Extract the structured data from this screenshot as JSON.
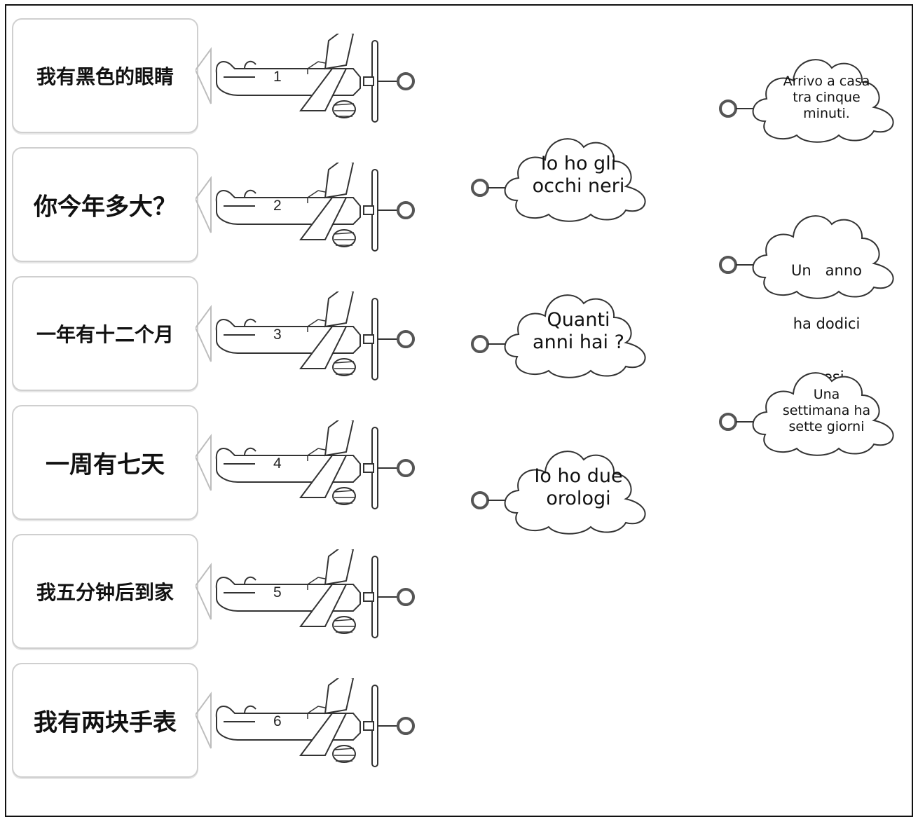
{
  "chinese_items": [
    {
      "number": "1",
      "text": "我有黑色的眼睛"
    },
    {
      "number": "2",
      "text": "你今年多大？"
    },
    {
      "number": "3",
      "text": "一年有十二个月"
    },
    {
      "number": "4",
      "text": "一周有七天"
    },
    {
      "number": "5",
      "text": "我五分钟后到家"
    },
    {
      "number": "6",
      "text": "我有两块手表"
    }
  ],
  "middle_clouds": [
    {
      "line1": "Io ho gli",
      "line2": "occhi neri",
      "line3": ""
    },
    {
      "line1": "Quanti",
      "line2": "anni hai ?",
      "line3": ""
    },
    {
      "line1": "Io ho due",
      "line2": "orologi",
      "line3": ""
    }
  ],
  "right_clouds": [
    {
      "line1": "Arrivo a casa",
      "line2": "tra cinque",
      "line3": "minuti."
    },
    {
      "line1": "Un   anno",
      "line2": "ha dodici",
      "line3": "mesi"
    },
    {
      "line1": "Una",
      "line2": "settimana ha",
      "line3": "sette giorni"
    }
  ]
}
